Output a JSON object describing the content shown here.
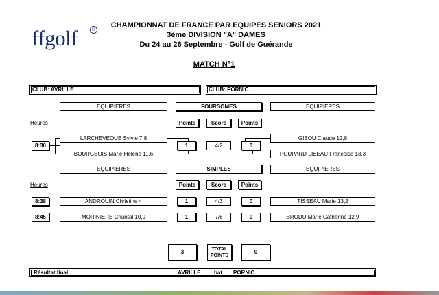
{
  "logo": {
    "text": "ffgolf",
    "mark": "®"
  },
  "header": {
    "line1": "CHAMPIONNAT DE FRANCE PAR EQUIPES SENIORS 2021",
    "line2": "3ème DIVISION  \"A\"  DAMES",
    "line3": "Du  24 au 26 Septembre  - Golf de Guérande"
  },
  "match_title": "MATCH N°1",
  "clubs": {
    "left": "CLUB: AVRILLE",
    "right": "CLUB:  PORNIC"
  },
  "labels": {
    "equipieres": "EQUIPIERES",
    "foursomes": "FOURSOMES",
    "simples": "SIMPLES",
    "heures": "Heures",
    "points": "Points",
    "score": "Score",
    "total": "TOTAL",
    "total_points": "POINTS",
    "resultat": "Résultat final:"
  },
  "foursome": {
    "time": "8:30",
    "left_players": [
      "LARCHEVEQUE Sylvie  7,8",
      "BOURGEOIS Marie Helene  11,6"
    ],
    "right_players": [
      "GIBOU Claude  12,8",
      "POUPARD-LIBEAU Francoise  13,3"
    ],
    "left_points": "1",
    "score": "4/2",
    "right_points": "0"
  },
  "simples": [
    {
      "time": "8:38",
      "left": "ANDROUIN Christine  4",
      "left_points": "1",
      "score": "4/3",
      "right_points": "0",
      "right": "TISSEAU Marie  13,2"
    },
    {
      "time": "8:45",
      "left": "MORINIERE Chantal  10,9",
      "left_points": "1",
      "score": "7/6",
      "right_points": "0",
      "right": "BRODU Marie Catherine  12,9"
    }
  ],
  "totals": {
    "left": "3",
    "right": "0"
  },
  "result": {
    "winner": "AVRILLE",
    "verb": "bat",
    "loser": "PORNIC"
  }
}
